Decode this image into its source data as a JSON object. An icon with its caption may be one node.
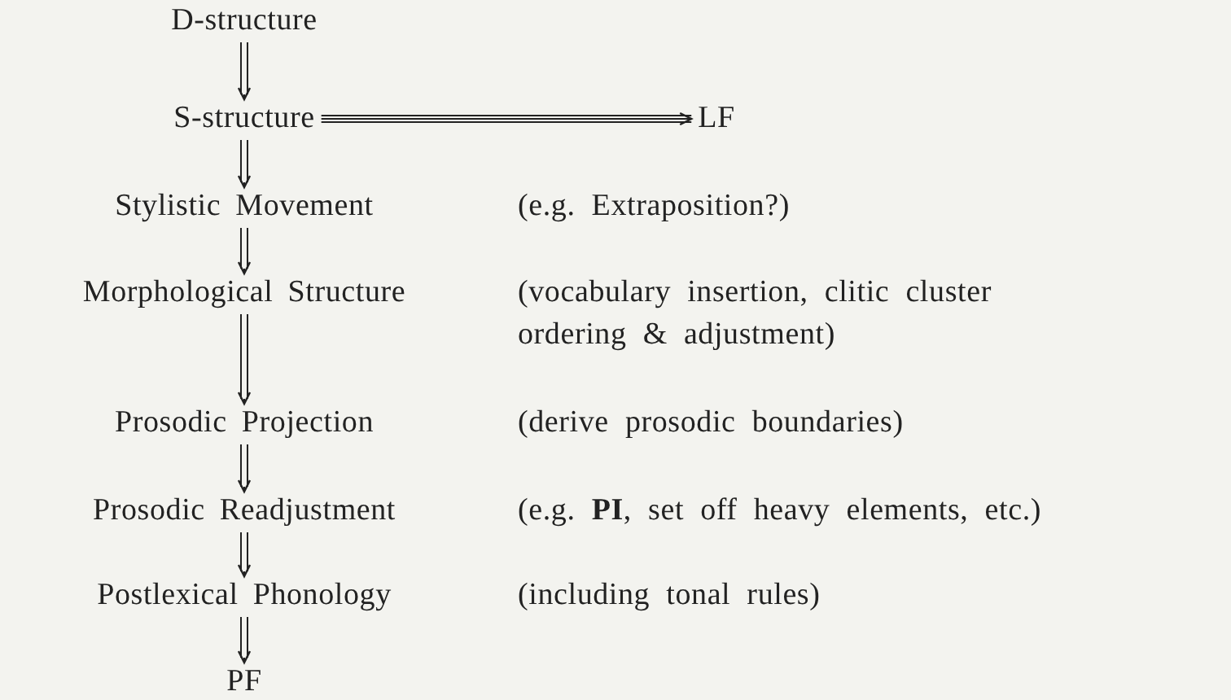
{
  "diagram": {
    "nodes": [
      {
        "text": [
          "D-structure"
        ]
      },
      {
        "text": [
          "S-structure"
        ]
      },
      {
        "text": [
          "LF"
        ]
      },
      {
        "text": [
          "Stylistic Movement"
        ]
      },
      {
        "text": [
          "Morphological Structure"
        ]
      },
      {
        "text": [
          "Prosodic Projection"
        ]
      },
      {
        "text": [
          "Prosodic Readjustment"
        ]
      },
      {
        "text": [
          "Postlexical Phonology"
        ]
      },
      {
        "text": [
          "PF"
        ]
      }
    ],
    "edges": [
      {
        "from": 0,
        "to": 1,
        "arrow": "to"
      },
      {
        "from": 1,
        "to": 2,
        "arrow": "to"
      },
      {
        "from": 1,
        "to": 3,
        "arrow": "to"
      },
      {
        "from": 3,
        "to": 4,
        "arrow": "to"
      },
      {
        "from": 4,
        "to": 5,
        "arrow": "to"
      },
      {
        "from": 5,
        "to": 6,
        "arrow": "to"
      },
      {
        "from": 6,
        "to": 7,
        "arrow": "to"
      },
      {
        "from": 7,
        "to": 8,
        "arrow": "to"
      }
    ],
    "labels": [
      "(e.g. Extraposition?)",
      "(vocabulary insertion, clitic cluster ordering & adjustment)",
      "(derive prosodic boundaries)",
      "(e.g. **PI**, set off heavy elements, etc.)",
      "(including tonal rules)"
    ]
  }
}
